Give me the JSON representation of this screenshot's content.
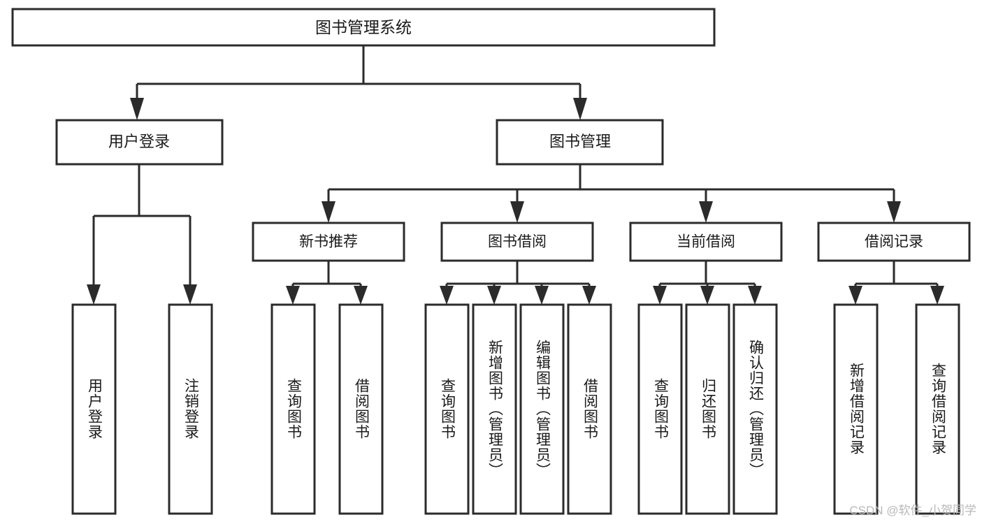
{
  "diagram": {
    "type": "tree-hierarchy",
    "title": "图书管理系统",
    "watermark": "CSDN @软件_小贺同学",
    "colors": {
      "background": "#ffffff",
      "stroke": "#2b2b2b",
      "node_fill": "#ffffff",
      "text": "#1a1a1a",
      "watermark": "#b9b9b9"
    },
    "nodes": {
      "root": {
        "label": "图书管理系统"
      },
      "level2": [
        {
          "id": "user-login",
          "label": "用户登录"
        },
        {
          "id": "book-management",
          "label": "图书管理"
        }
      ],
      "level3": [
        {
          "id": "new-book-recommend",
          "label": "新书推荐"
        },
        {
          "id": "book-borrow",
          "label": "图书借阅"
        },
        {
          "id": "current-borrow",
          "label": "当前借阅"
        },
        {
          "id": "borrow-record",
          "label": "借阅记录"
        }
      ],
      "leaves": {
        "user-login": [
          {
            "id": "login",
            "label": "用户登录"
          },
          {
            "id": "logout",
            "label": "注销登录"
          }
        ],
        "new-book-recommend": [
          {
            "id": "query-book-1",
            "label": "查询图书"
          },
          {
            "id": "borrow-book-1",
            "label": "借阅图书"
          }
        ],
        "book-borrow": [
          {
            "id": "query-book-2",
            "label": "查询图书"
          },
          {
            "id": "add-book",
            "label": "新增图书（管理员）"
          },
          {
            "id": "edit-book",
            "label": "编辑图书（管理员）"
          },
          {
            "id": "borrow-book-2",
            "label": "借阅图书"
          }
        ],
        "current-borrow": [
          {
            "id": "query-book-3",
            "label": "查询图书"
          },
          {
            "id": "return-book",
            "label": "归还图书"
          },
          {
            "id": "confirm-return",
            "label": "确认归还（管理员）"
          }
        ],
        "borrow-record": [
          {
            "id": "add-borrow-record",
            "label": "新增借阅记录"
          },
          {
            "id": "query-borrow-record",
            "label": "查询借阅记录"
          }
        ]
      }
    }
  }
}
